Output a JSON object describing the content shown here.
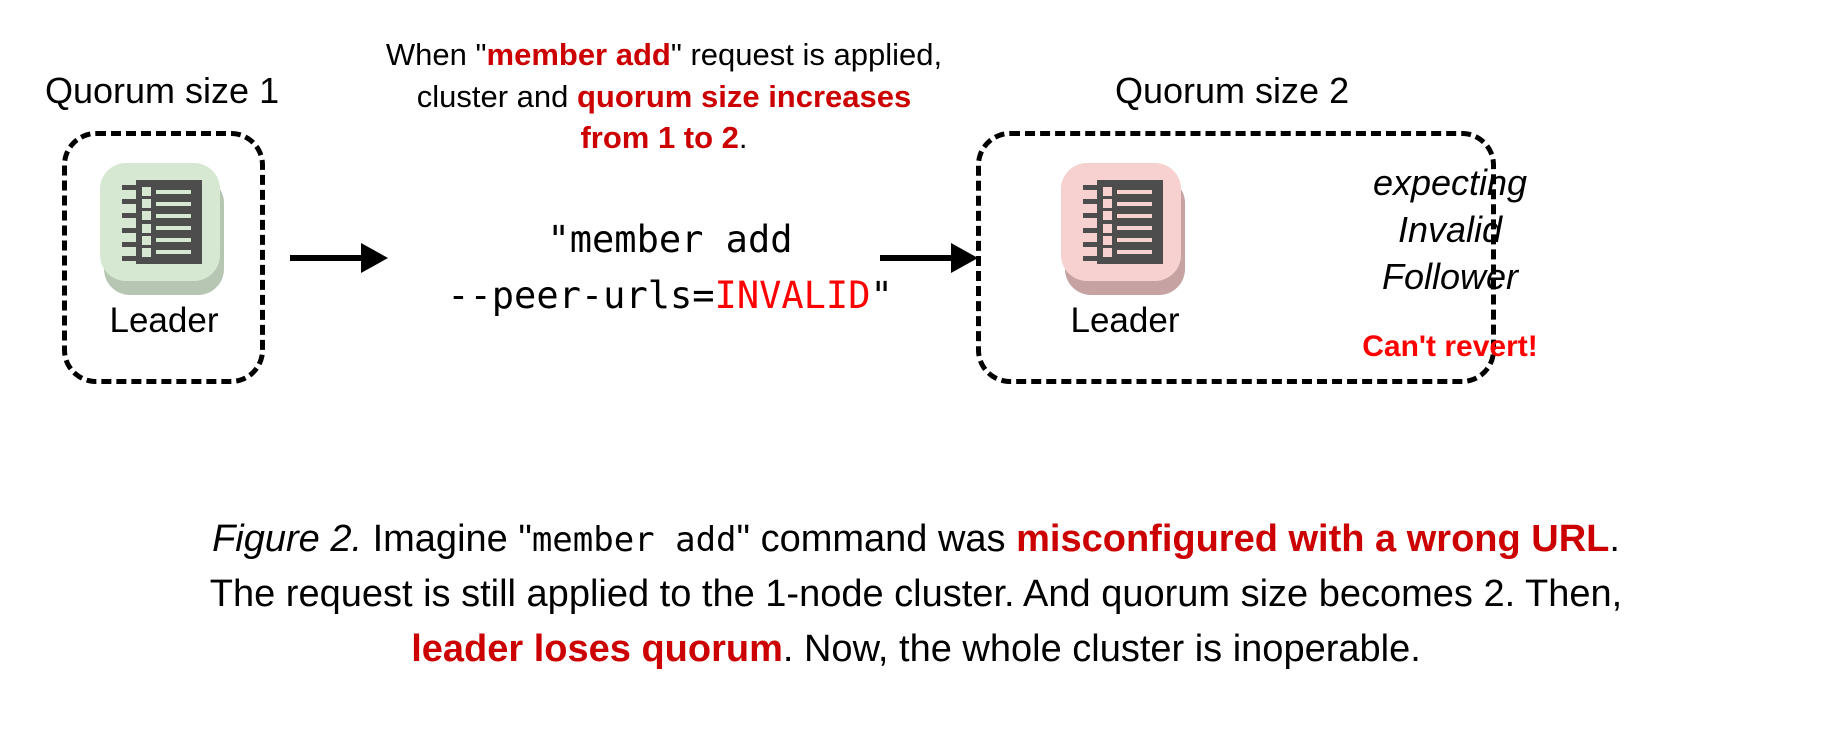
{
  "left_cluster": {
    "title": "Quorum size 1",
    "node_label": "Leader",
    "icon": "notebook-icon",
    "icon_color": "#d7e8d2"
  },
  "right_cluster": {
    "title": "Quorum size 2",
    "node_label": "Leader",
    "icon": "notebook-icon",
    "icon_color": "#f7d0d0",
    "status_line1": "expecting",
    "status_line2": "Invalid",
    "status_line3": "Follower",
    "warning": "Can't revert!"
  },
  "top_note": {
    "line1_a": "When \"",
    "line1_b": "member add",
    "line1_c": "\" request is applied,",
    "line2_a": "cluster and ",
    "line2_b": "quorum size increases",
    "line3_b": "from 1 to 2",
    "line3_c": "."
  },
  "command": {
    "line1": "\"member add",
    "line2_a": "--peer-urls=",
    "line2_b": "INVALID",
    "line2_c": "\""
  },
  "arrows": {
    "left": "arrow-right-icon",
    "right": "arrow-right-icon"
  },
  "caption": {
    "figure_label": "Figure 2.",
    "l1_a": " Imagine \"",
    "l1_mono": "member add",
    "l1_b": "\" command was ",
    "l1_red": "misconfigured with a wrong URL",
    "l1_c": ".",
    "l2": "The request is still applied to the 1-node cluster. And quorum size becomes 2. Then,",
    "l3_red": "leader loses quorum",
    "l3_b": ". Now, the whole cluster is inoperable."
  },
  "colors": {
    "accent_red": "#cc0000",
    "bright_red": "#ff0000",
    "green_plate": "#d7e8d2",
    "pink_plate": "#f7d0d0",
    "book_gray": "#4d4d4d"
  }
}
